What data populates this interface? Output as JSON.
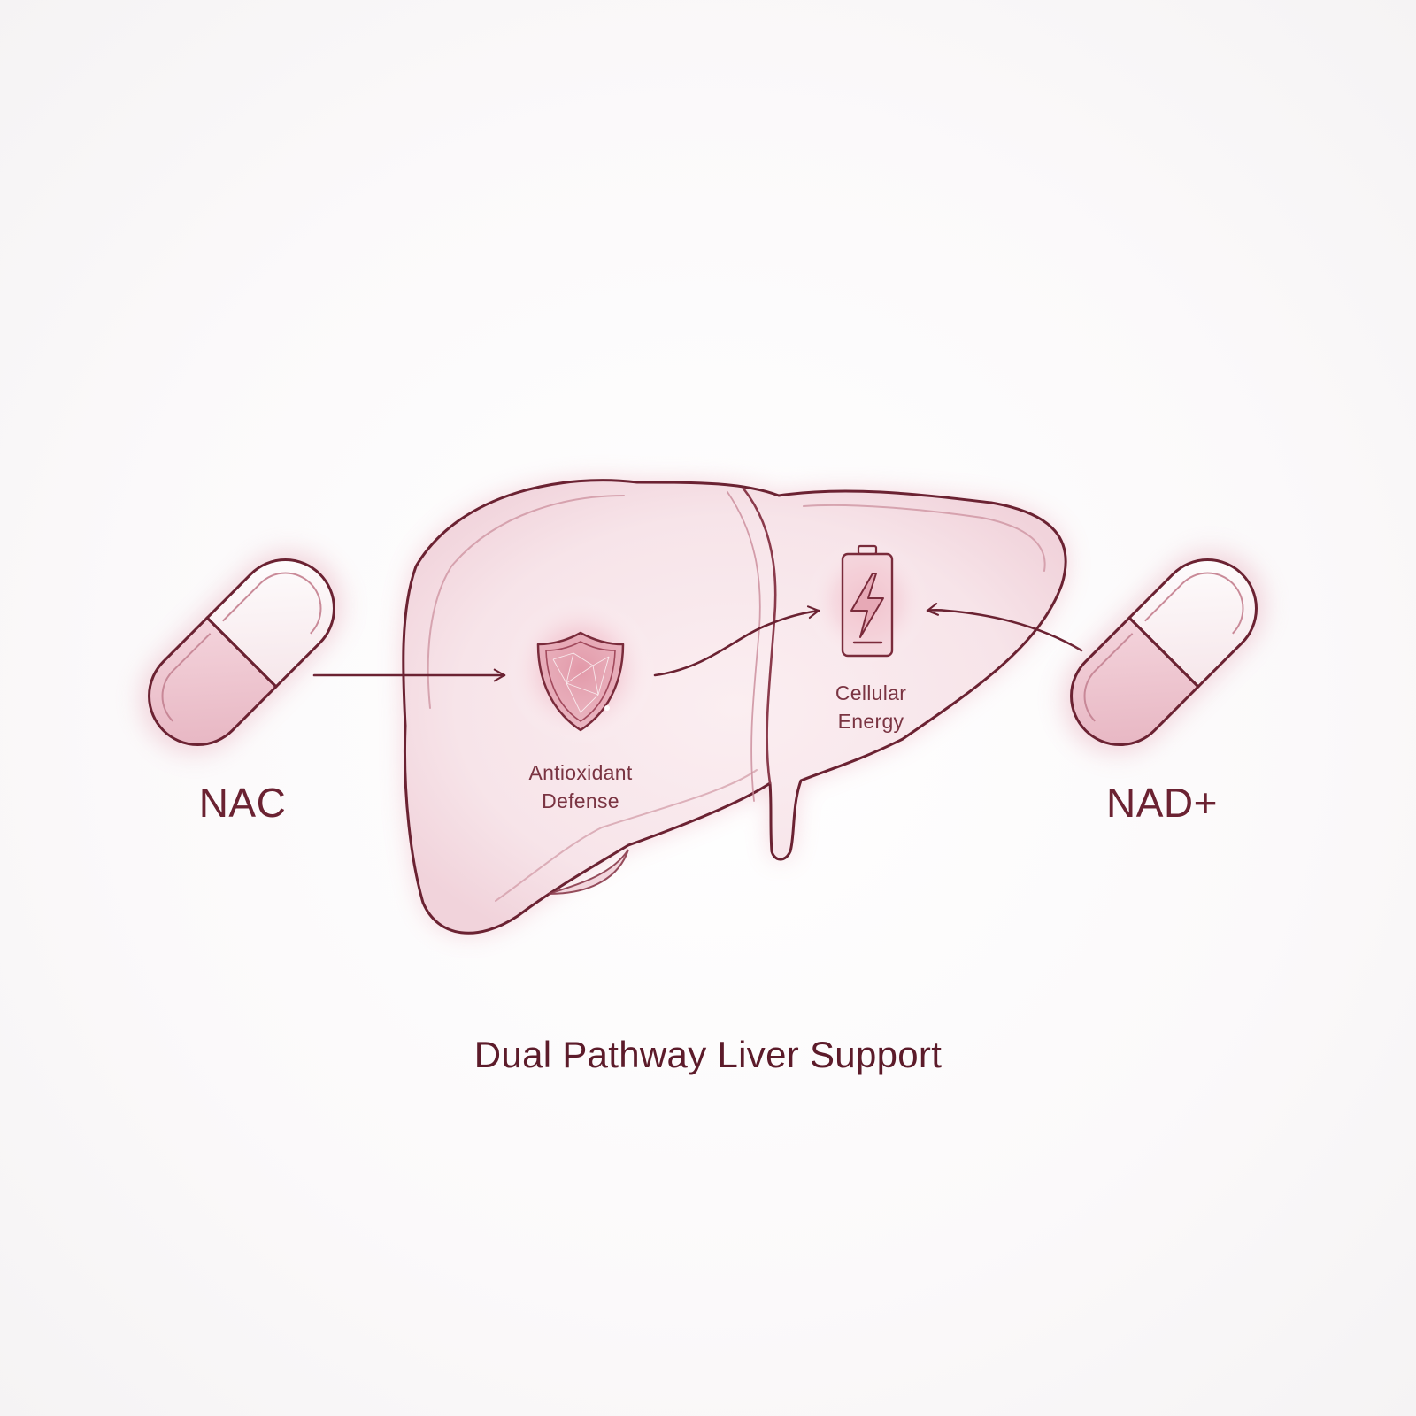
{
  "left_capsule": {
    "label": "NAC",
    "icon": "capsule-icon"
  },
  "right_capsule": {
    "label": "NAD+",
    "icon": "capsule-icon"
  },
  "left_target": {
    "label_line1": "Antioxidant",
    "label_line2": "Defense",
    "icon": "shield-icon"
  },
  "right_target": {
    "label_line1": "Cellular",
    "label_line2": "Energy",
    "icon": "battery-lightning-icon"
  },
  "caption": "Dual Pathway Liver Support",
  "colors": {
    "stroke": "#6b2232",
    "glow": "#d88c9c",
    "fill": "#f4dfe4"
  }
}
